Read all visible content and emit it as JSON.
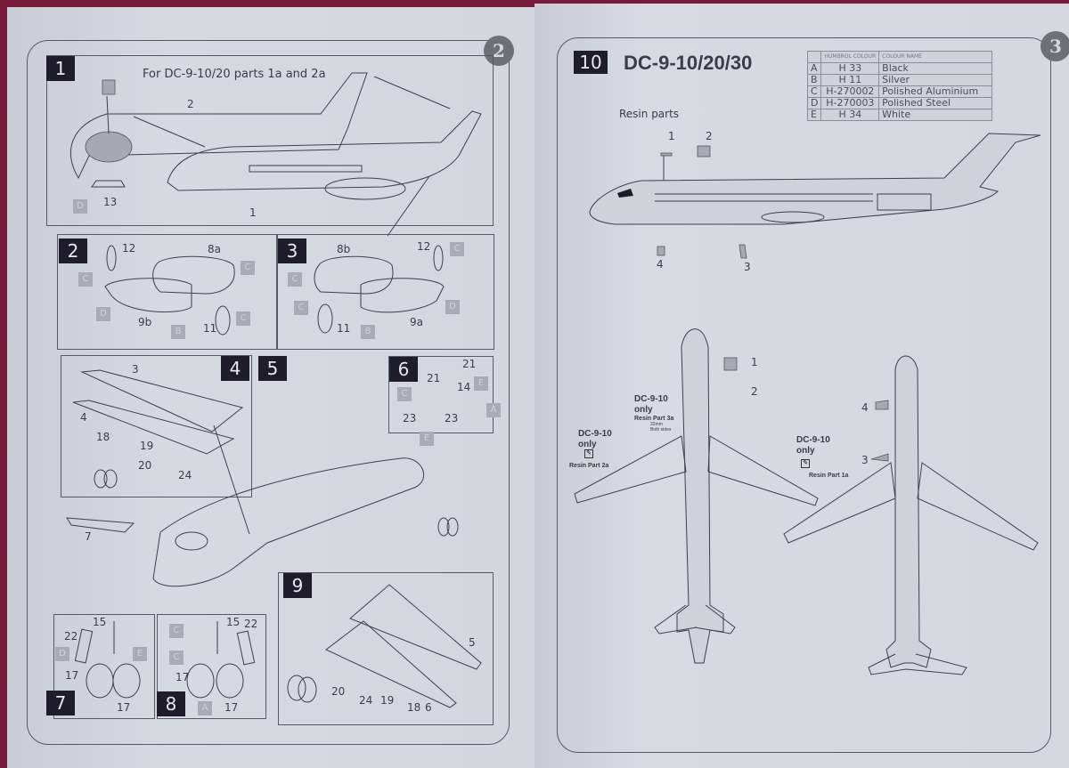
{
  "left_page": {
    "page_number": "2",
    "steps": {
      "s1": {
        "number": "1",
        "caption": "For DC-9-10/20 parts 1a and 2a",
        "parts": [
          "2",
          "13",
          "1"
        ],
        "colour_codes": [
          "D"
        ]
      },
      "s2": {
        "number": "2",
        "parts": [
          "12",
          "8a",
          "9b",
          "11"
        ],
        "colour_codes": [
          "C",
          "C",
          "D",
          "B",
          "C"
        ]
      },
      "s3": {
        "number": "3",
        "parts": [
          "8b",
          "12",
          "11",
          "9a"
        ],
        "colour_codes": [
          "C",
          "C",
          "C",
          "D",
          "B"
        ]
      },
      "s4": {
        "number": "4",
        "parts": [
          "3",
          "4",
          "18",
          "19",
          "20",
          "24"
        ]
      },
      "s5": {
        "number": "5",
        "parts": [
          "7"
        ]
      },
      "s6": {
        "number": "6",
        "parts": [
          "21",
          "21",
          "14",
          "23",
          "23"
        ],
        "colour_codes": [
          "C",
          "E",
          "E",
          "A"
        ]
      },
      "s7": {
        "number": "7",
        "parts": [
          "15",
          "22",
          "17",
          "17"
        ],
        "colour_codes": [
          "D",
          "E"
        ]
      },
      "s8": {
        "number": "8",
        "parts": [
          "15",
          "22",
          "17",
          "17"
        ],
        "colour_codes": [
          "C",
          "C",
          "A"
        ]
      },
      "s9": {
        "number": "9",
        "parts": [
          "5",
          "20",
          "24",
          "19",
          "18",
          "6"
        ]
      }
    }
  },
  "right_page": {
    "page_number": "3",
    "step_number": "10",
    "title": "DC-9-10/20/30",
    "resin_label": "Resin parts",
    "side_view_parts": [
      "1",
      "2",
      "4",
      "3"
    ],
    "top_view_parts": [
      "1",
      "2"
    ],
    "bottom_view_parts": [
      "4",
      "3"
    ],
    "notes": {
      "n1": {
        "line1": "DC-9-10",
        "line2": "only",
        "resin": "Resin Part 3a",
        "measure": "32mm",
        "measure2": "Both sides"
      },
      "n2": {
        "line1": "DC-9-10",
        "line2": "only",
        "resin": "Resin Part 2a"
      },
      "n3": {
        "line1": "DC-9-10",
        "line2": "only",
        "resin": "Resin Part 1a"
      }
    },
    "colour_table": {
      "headers": [
        "HUMBROL COLOUR",
        "COLOUR NAME"
      ],
      "rows": [
        {
          "key": "A",
          "code": "H 33",
          "name": "Black"
        },
        {
          "key": "B",
          "code": "H 11",
          "name": "Silver"
        },
        {
          "key": "C",
          "code": "H-270002",
          "name": "Polished Aluminium"
        },
        {
          "key": "D",
          "code": "H-270003",
          "name": "Polished Steel"
        },
        {
          "key": "E",
          "code": "H 34",
          "name": "White"
        }
      ]
    }
  }
}
